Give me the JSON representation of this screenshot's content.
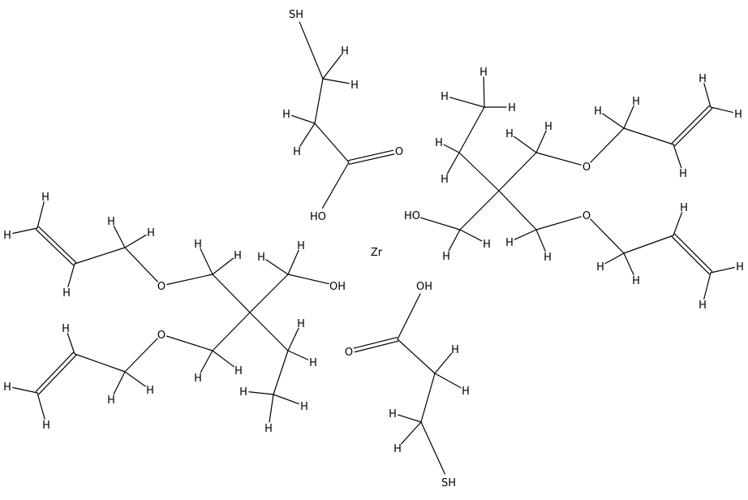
{
  "diagram": {
    "type": "chemical-structure",
    "labels": {
      "H": "H",
      "O": "O",
      "S": "S",
      "HO": "HO",
      "OH": "OH",
      "SH": "SH",
      "Zr": "Zr"
    }
  }
}
